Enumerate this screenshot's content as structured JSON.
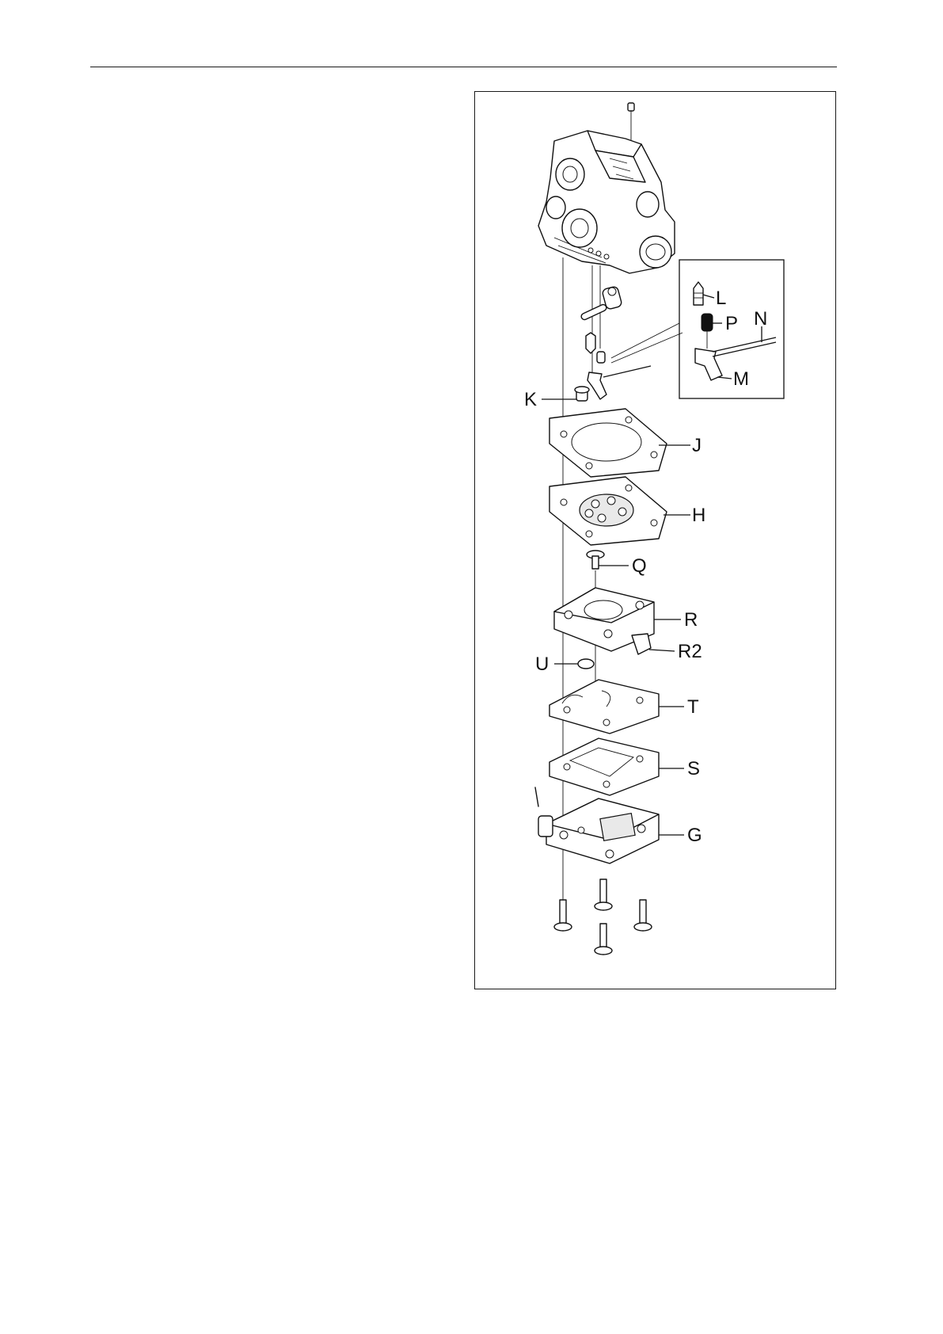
{
  "callouts": {
    "L": "L",
    "P": "P",
    "N": "N",
    "M": "M",
    "K": "K",
    "J": "J",
    "H": "H",
    "Q": "Q",
    "R": "R",
    "R2": "R2",
    "U": "U",
    "T": "T",
    "S": "S",
    "G": "G"
  }
}
